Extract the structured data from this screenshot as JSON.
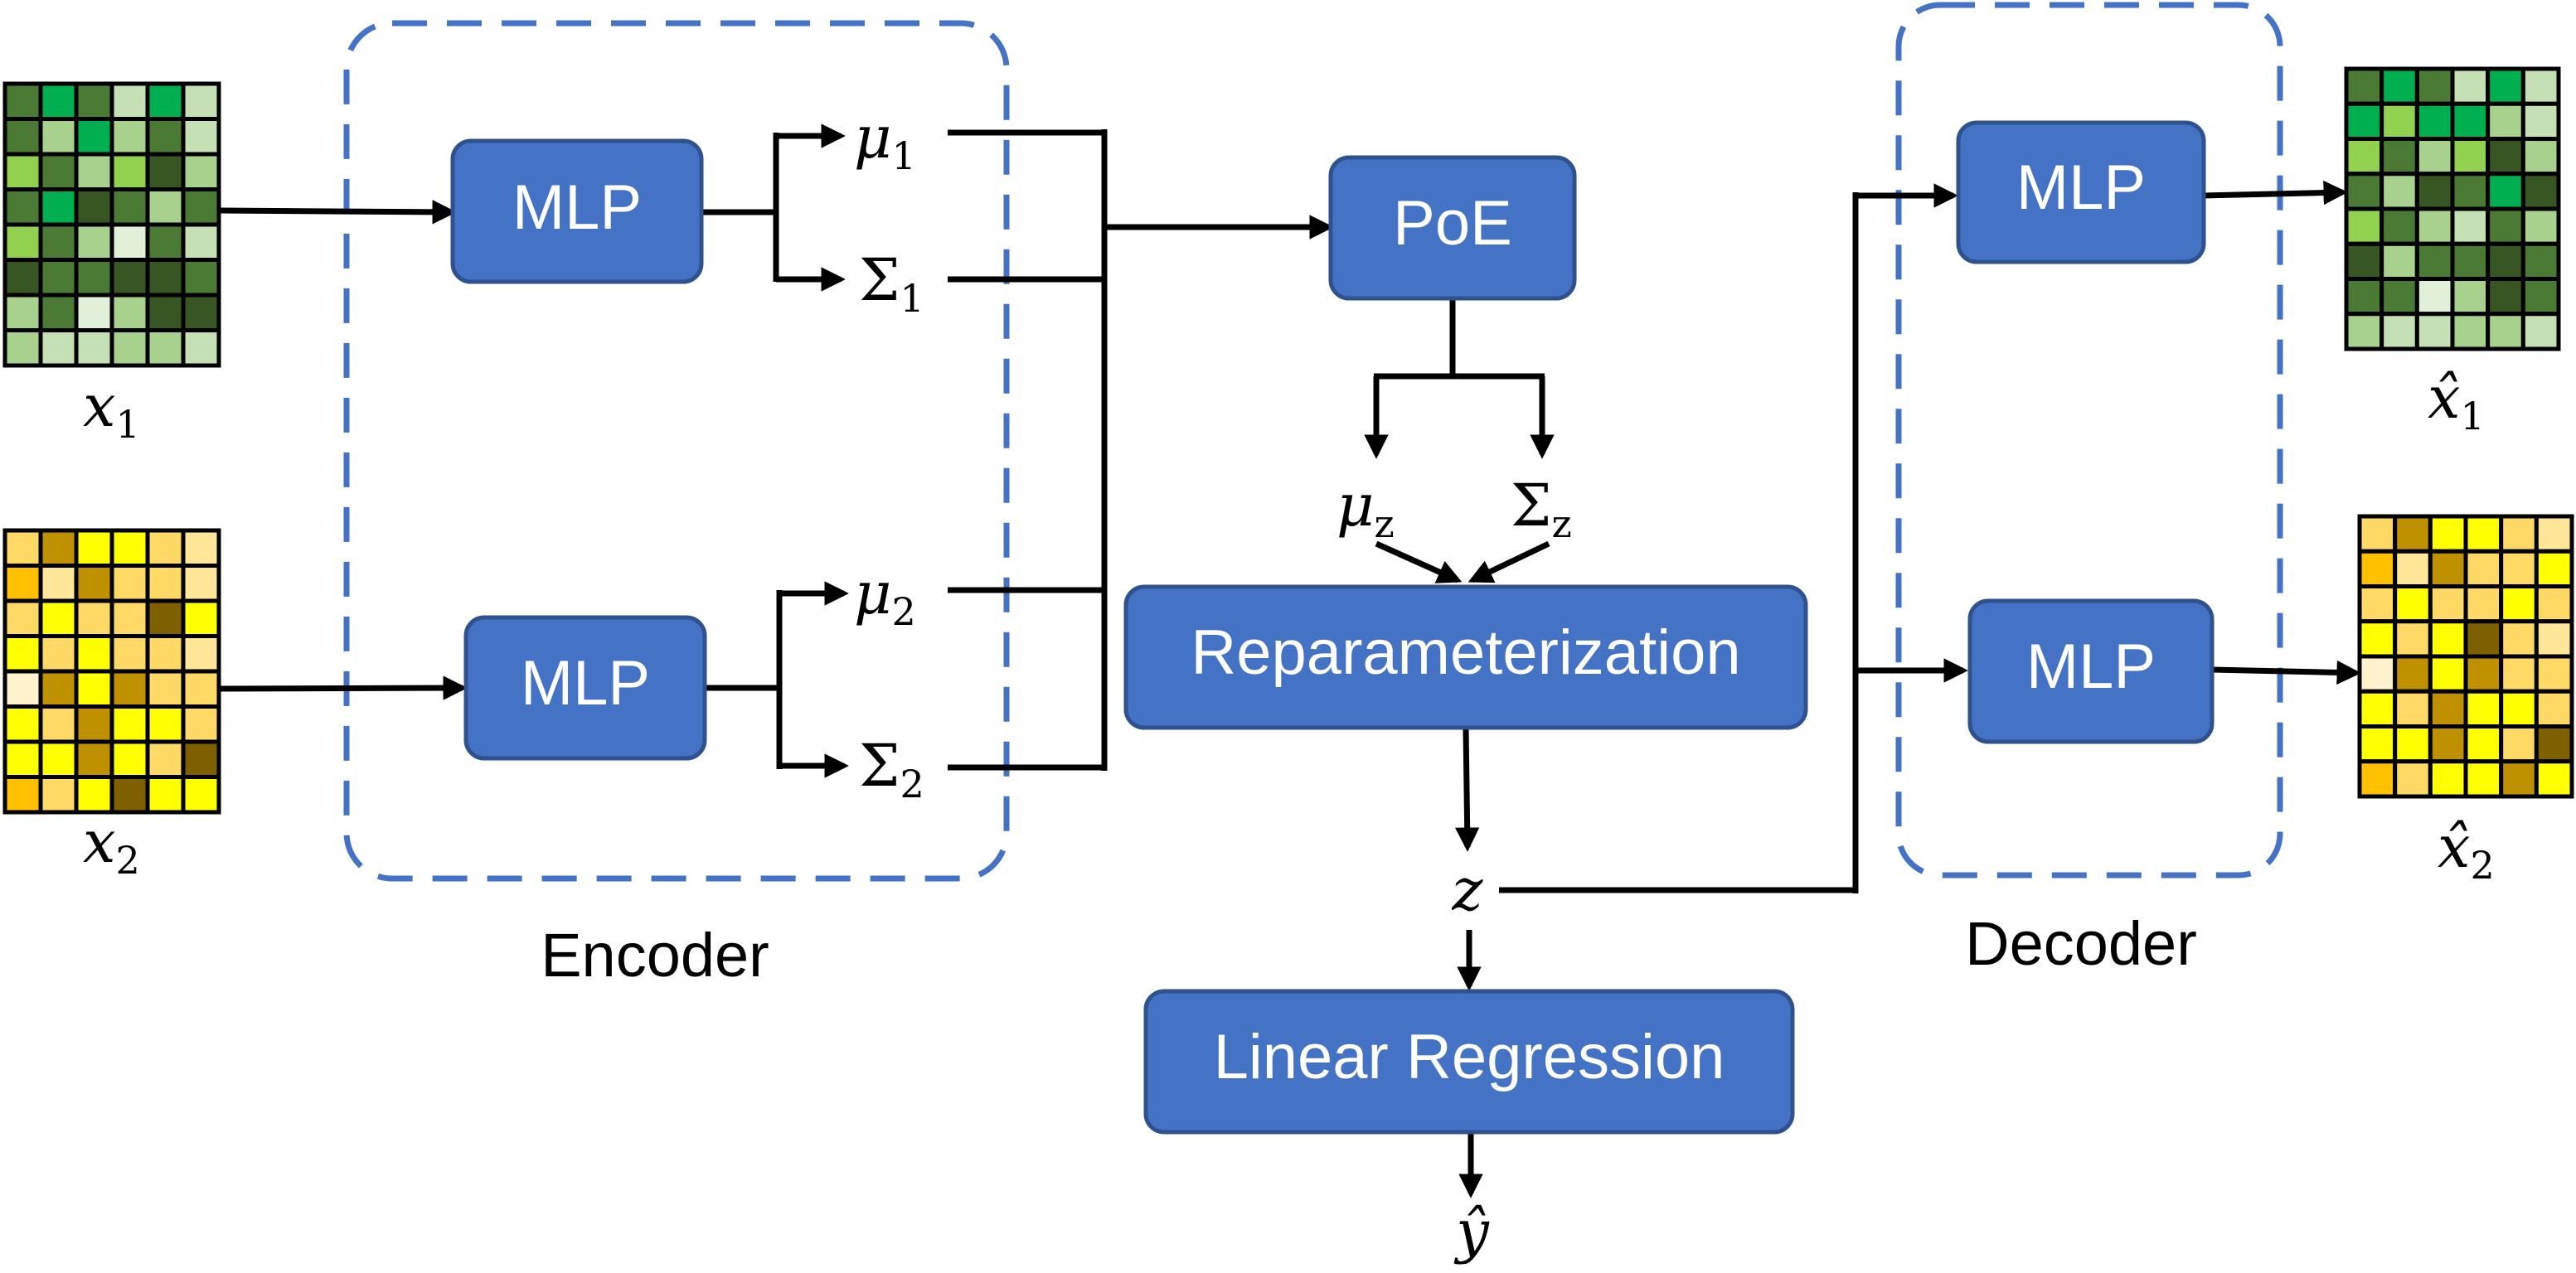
{
  "encoder": {
    "label": "Encoder",
    "mlp1_label": "MLP",
    "mlp2_label": "MLP"
  },
  "decoder": {
    "label": "Decoder",
    "mlp1_label": "MLP",
    "mlp2_label": "MLP"
  },
  "poe_label": "PoE",
  "reparam_label": "Reparameterization",
  "regression_label": "Linear Regression",
  "symbols": {
    "x1": {
      "base": "x",
      "sub": "1"
    },
    "x2": {
      "base": "x",
      "sub": "2"
    },
    "xhat1": {
      "base": "x̂",
      "sub": "1"
    },
    "xhat2": {
      "base": "x̂",
      "sub": "2"
    },
    "mu1": {
      "base": "μ",
      "sub": "1"
    },
    "sigma1": {
      "base": "Σ",
      "sub": "1"
    },
    "mu2": {
      "base": "μ",
      "sub": "2"
    },
    "sigma2": {
      "base": "Σ",
      "sub": "2"
    },
    "muz": {
      "base": "μ",
      "sub": "z"
    },
    "sigmaz": {
      "base": "Σ",
      "sub": "z"
    },
    "z": "z",
    "yhat": "ŷ"
  },
  "grids": {
    "x1": [
      [
        "#4a7a33",
        "#00b050",
        "#4a7a33",
        "#c5e0b4",
        "#00b050",
        "#c5e0b4"
      ],
      [
        "#4a7a33",
        "#a9d18e",
        "#00b050",
        "#a9d18e",
        "#4a7a33",
        "#c5e0b4"
      ],
      [
        "#92d050",
        "#4a7a33",
        "#a9d18e",
        "#92d050",
        "#375623",
        "#a9d18e"
      ],
      [
        "#4a7a33",
        "#00b050",
        "#375623",
        "#4a7a33",
        "#a9d18e",
        "#4a7a33"
      ],
      [
        "#92d050",
        "#4a7a33",
        "#a9d18e",
        "#e2f0d9",
        "#4a7a33",
        "#c5e0b4"
      ],
      [
        "#375623",
        "#4a7a33",
        "#4a7a33",
        "#375623",
        "#375623",
        "#4a7a33"
      ],
      [
        "#a9d18e",
        "#4a7a33",
        "#e2f0d9",
        "#a9d18e",
        "#375623",
        "#375623"
      ],
      [
        "#a9d18e",
        "#c5e0b4",
        "#c5e0b4",
        "#a9d18e",
        "#a9d18e",
        "#c5e0b4"
      ]
    ],
    "xhat1": [
      [
        "#4a7a33",
        "#00b050",
        "#4a7a33",
        "#c5e0b4",
        "#00b050",
        "#c5e0b4"
      ],
      [
        "#00b050",
        "#92d050",
        "#00b050",
        "#00b050",
        "#a9d18e",
        "#c5e0b4"
      ],
      [
        "#92d050",
        "#4a7a33",
        "#a9d18e",
        "#92d050",
        "#375623",
        "#a9d18e"
      ],
      [
        "#4a7a33",
        "#a9d18e",
        "#375623",
        "#4a7a33",
        "#00b050",
        "#375623"
      ],
      [
        "#92d050",
        "#4a7a33",
        "#a9d18e",
        "#c5e0b4",
        "#4a7a33",
        "#a9d18e"
      ],
      [
        "#375623",
        "#a9d18e",
        "#4a7a33",
        "#4a7a33",
        "#375623",
        "#4a7a33"
      ],
      [
        "#4a7a33",
        "#4a7a33",
        "#e2f0d9",
        "#a9d18e",
        "#375623",
        "#4a7a33"
      ],
      [
        "#a9d18e",
        "#c5e0b4",
        "#c5e0b4",
        "#a9d18e",
        "#a9d18e",
        "#c5e0b4"
      ]
    ],
    "x2": [
      [
        "#ffd966",
        "#bf9000",
        "#ffff00",
        "#ffff00",
        "#ffd966",
        "#ffe699"
      ],
      [
        "#ffc000",
        "#ffe699",
        "#bf9000",
        "#ffd966",
        "#ffd966",
        "#ffe699"
      ],
      [
        "#ffd966",
        "#ffff00",
        "#ffd966",
        "#ffd966",
        "#7f6000",
        "#ffff00"
      ],
      [
        "#ffff00",
        "#ffd966",
        "#ffff00",
        "#ffd966",
        "#ffd966",
        "#ffe699"
      ],
      [
        "#fff2cc",
        "#bf9000",
        "#ffff00",
        "#bf9000",
        "#ffd966",
        "#ffd966"
      ],
      [
        "#ffff00",
        "#ffd966",
        "#bf9000",
        "#ffff00",
        "#ffff00",
        "#ffd966"
      ],
      [
        "#ffff00",
        "#ffff00",
        "#bf9000",
        "#ffff00",
        "#ffd966",
        "#7f6000"
      ],
      [
        "#ffc000",
        "#ffd966",
        "#ffff00",
        "#7f6000",
        "#ffff00",
        "#ffff00"
      ]
    ],
    "xhat2": [
      [
        "#ffd966",
        "#bf9000",
        "#ffff00",
        "#ffff00",
        "#ffd966",
        "#ffe699"
      ],
      [
        "#ffc000",
        "#ffe699",
        "#bf9000",
        "#ffd966",
        "#ffd966",
        "#ffff00"
      ],
      [
        "#ffd966",
        "#ffff00",
        "#ffd966",
        "#ffd966",
        "#ffff00",
        "#ffd966"
      ],
      [
        "#ffff00",
        "#ffd966",
        "#ffff00",
        "#7f6000",
        "#ffd966",
        "#ffe699"
      ],
      [
        "#fff2cc",
        "#bf9000",
        "#ffff00",
        "#bf9000",
        "#ffd966",
        "#ffd966"
      ],
      [
        "#ffff00",
        "#ffd966",
        "#bf9000",
        "#ffff00",
        "#ffff00",
        "#ffd966"
      ],
      [
        "#ffff00",
        "#ffff00",
        "#bf9000",
        "#ffff00",
        "#ffd966",
        "#7f6000"
      ],
      [
        "#ffc000",
        "#ffd966",
        "#ffff00",
        "#ffff00",
        "#bf9000",
        "#ffff00"
      ]
    ]
  },
  "colors": {
    "box_fill": "#4472c4",
    "box_border": "#2f528f",
    "dashed_border": "#4472c4",
    "line": "#000000"
  }
}
